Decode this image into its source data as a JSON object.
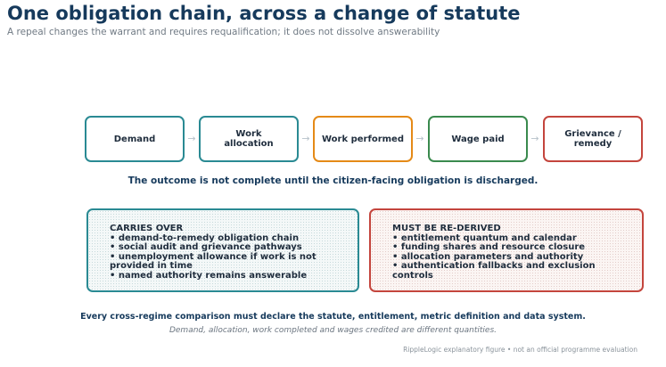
{
  "header": {
    "title": "One obligation chain, across a change of statute",
    "subtitle": "A repeal changes the warrant and requires requalification; it does not dissolve answerability"
  },
  "chain": {
    "steps": [
      {
        "label": "Demand",
        "color": "#2a8a93"
      },
      {
        "label": "Work\nallocation",
        "color": "#2a8a93"
      },
      {
        "label": "Work performed",
        "color": "#e58a17"
      },
      {
        "label": "Wage paid",
        "color": "#3a8a4e"
      },
      {
        "label": "Grievance /\nremedy",
        "color": "#c4453d"
      }
    ],
    "arrow_color": "#b7c2ca",
    "outcome": "The outcome is not complete until the citizen-facing obligation is discharged."
  },
  "panels": {
    "carries_over": {
      "heading": "CARRIES OVER",
      "items": [
        "demand-to-remedy obligation chain",
        "social audit and grievance pathways",
        "unemployment allowance if work is not provided in time",
        "named authority remains answerable"
      ],
      "color": "#2a8a93"
    },
    "rederived": {
      "heading": "MUST BE RE-DERIVED",
      "items": [
        "entitlement quantum and calendar",
        "funding shares and resource closure",
        "allocation parameters and authority",
        "authentication fallbacks and exclusion controls"
      ],
      "color": "#c4453d"
    }
  },
  "footer": {
    "declaration": "Every cross-regime comparison must declare the statute, entitlement, metric definition and data system.",
    "note": "Demand, allocation, work completed and wages credited are different quantities.",
    "credit": "RippleLogic explanatory figure • not an official programme evaluation"
  }
}
